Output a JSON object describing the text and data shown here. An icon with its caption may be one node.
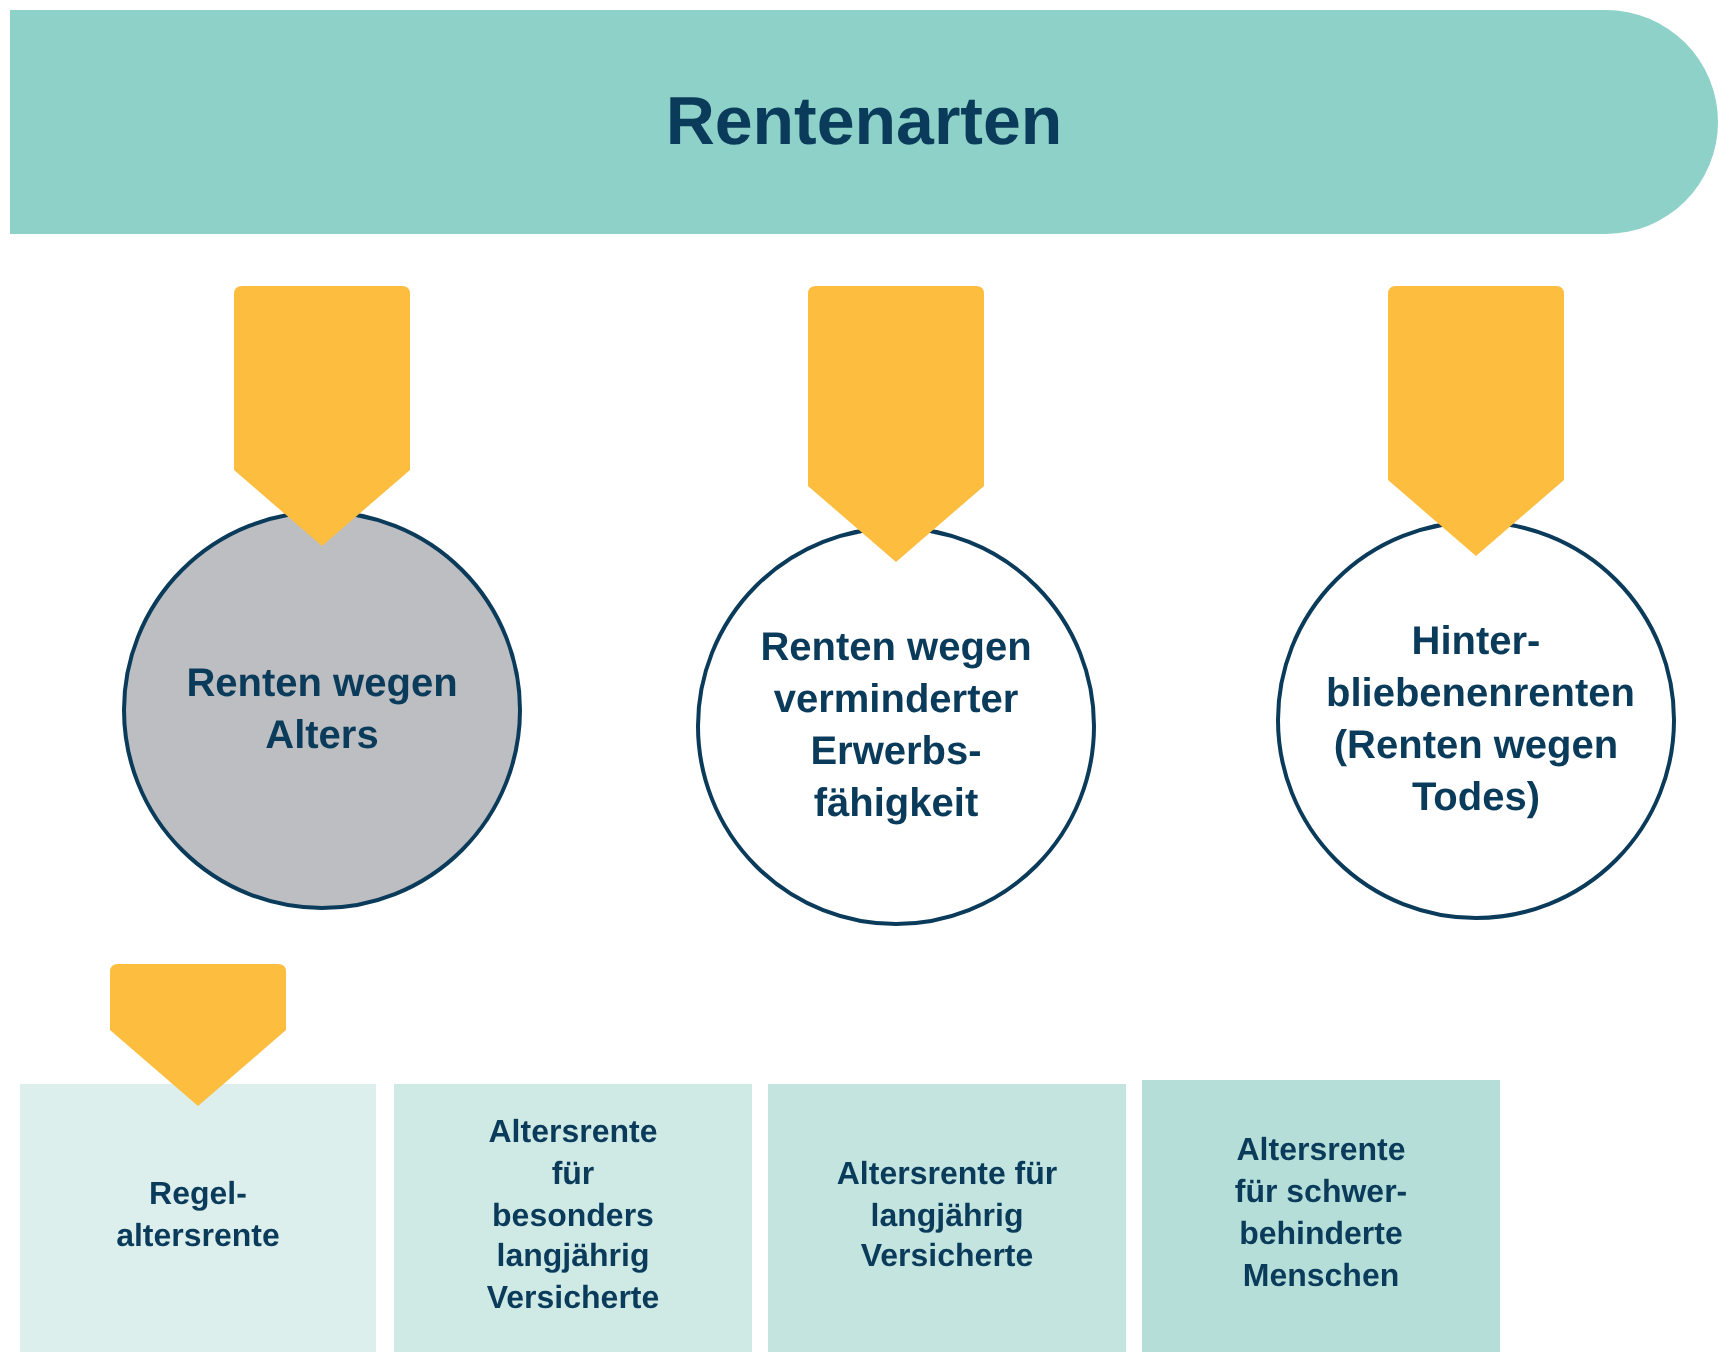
{
  "diagram": {
    "nodes": [
      {
        "text": [
          "Rentenarten"
        ]
      },
      {
        "text": [
          "Renten wegen Alters"
        ]
      },
      {
        "text": [
          "Renten wegen verminderter Erwerbs- fähigkeit"
        ]
      },
      {
        "text": [
          "Hinter- bliebenenrenten (Renten wegen Todes)"
        ]
      },
      {
        "text": [
          "Regel- altersrente"
        ]
      },
      {
        "text": [
          "Altersrente für besonders langjährig Versicherte"
        ]
      },
      {
        "text": [
          "Altersrente für langjährig Versicherte"
        ]
      },
      {
        "text": [
          "Altersrente für schwer- behinderte Menschen"
        ]
      }
    ],
    "edges": [
      {
        "from": 0,
        "to": 1,
        "arrow": "to"
      },
      {
        "from": 0,
        "to": 2,
        "arrow": "to"
      },
      {
        "from": 0,
        "to": 3,
        "arrow": "to"
      },
      {
        "from": 1,
        "to": 4,
        "arrow": "to"
      }
    ]
  }
}
